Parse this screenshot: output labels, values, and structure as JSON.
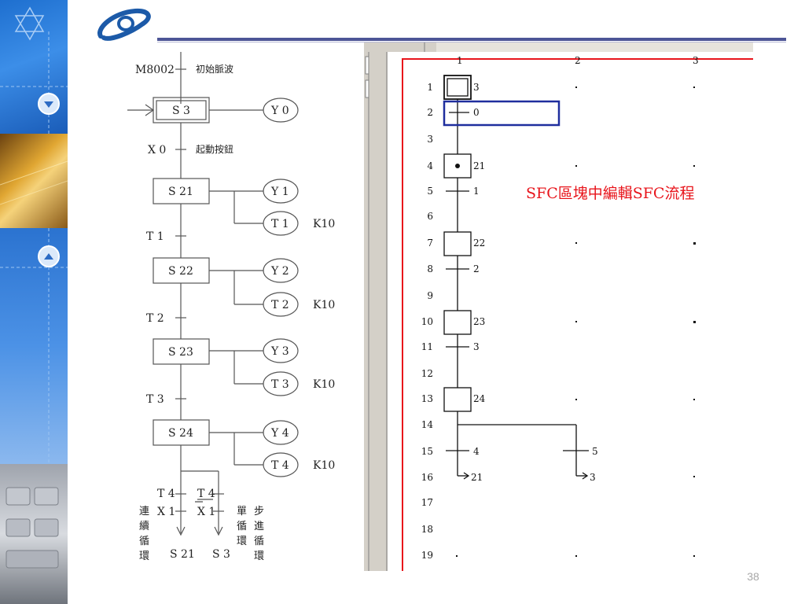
{
  "slide": {
    "page_number": "38",
    "callout_text": "SFC區塊中編輯SFC流程",
    "colors": {
      "title_rule": "#4d5596",
      "callout_text": "#e8141b",
      "highlight_box": "#1f2e9e",
      "frame": "#e8141b"
    }
  },
  "ladder": {
    "top_contact": "M8002",
    "top_comment": "初始脈波",
    "initial_step": "S 3",
    "start_contact": "X 0",
    "start_comment": "起動按鈕",
    "steps": [
      {
        "step": "S 21",
        "output": "Y 1",
        "timer": "T 1",
        "timer_setting": "K10",
        "transition": "T 1"
      },
      {
        "step": "S 22",
        "output": "Y 2",
        "timer": "T 2",
        "timer_setting": "K10",
        "transition": "T 2"
      },
      {
        "step": "S 23",
        "output": "Y 3",
        "timer": "T 3",
        "timer_setting": "K10",
        "transition": "T 3"
      },
      {
        "step": "S 24",
        "output": "Y 4",
        "timer": "T 4",
        "timer_setting": "K10"
      }
    ],
    "initial_output": "Y 0",
    "branch_left": {
      "top": "T 4",
      "cond": "X 1",
      "target": "S 21",
      "mode_chars": [
        "連",
        "續",
        "循",
        "環"
      ]
    },
    "branch_right": {
      "top": "T 4",
      "cond": "X 1",
      "target": "S 3",
      "mode_chars_a": [
        "單",
        "循",
        "環"
      ],
      "mode_chars_b": [
        "步",
        "進",
        "循",
        "環"
      ]
    }
  },
  "sfc_editor": {
    "columns": [
      "1",
      "2",
      "3"
    ],
    "rows": [
      "1",
      "2",
      "3",
      "4",
      "5",
      "6",
      "7",
      "8",
      "9",
      "10",
      "11",
      "12",
      "13",
      "14",
      "15",
      "16",
      "17",
      "18",
      "19"
    ],
    "cells": {
      "r1": "3",
      "r2": "0",
      "r4": "21",
      "r5": "1",
      "r7": "22",
      "r8": "2",
      "r10": "23",
      "r11": "3",
      "r13": "24",
      "r15a": "4",
      "r15b": "5",
      "r16a": "21",
      "r16b": "3"
    }
  }
}
